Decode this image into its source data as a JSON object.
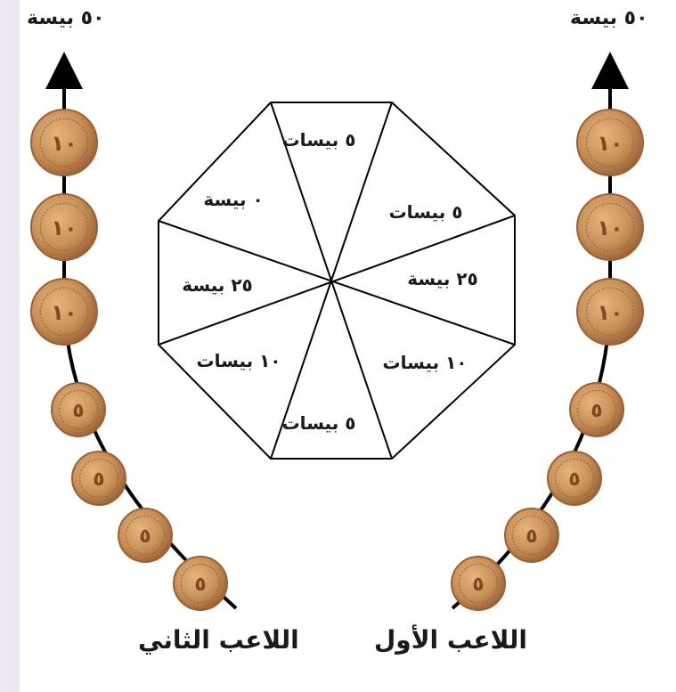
{
  "goal_labels": {
    "left": "٥٠ بيسة",
    "right": "٥٠ بيسة"
  },
  "players": {
    "first": "اللاعب الأول",
    "second": "اللاعب الثاني"
  },
  "spinner": {
    "segments": [
      {
        "id": "top",
        "label": "٥ بيسات"
      },
      {
        "id": "upper-right",
        "label": "٥ بيسات"
      },
      {
        "id": "right",
        "label": "٢٥ بيسة"
      },
      {
        "id": "lower-right",
        "label": "١٠ بيسات"
      },
      {
        "id": "bottom",
        "label": "٥ بيسات"
      },
      {
        "id": "lower-left",
        "label": "١٠ بيسات"
      },
      {
        "id": "left",
        "label": "٢٥ بيسة"
      },
      {
        "id": "upper-left",
        "label": "٠ بيسة"
      }
    ]
  },
  "coins": {
    "large_text": "١٠",
    "small_text": "٥",
    "colors": {
      "face": "#c8915a",
      "rim": "#9b6236",
      "text": "#7a4a22"
    }
  },
  "colors": {
    "line": "#000000",
    "left_strip": "#ece8f3"
  }
}
